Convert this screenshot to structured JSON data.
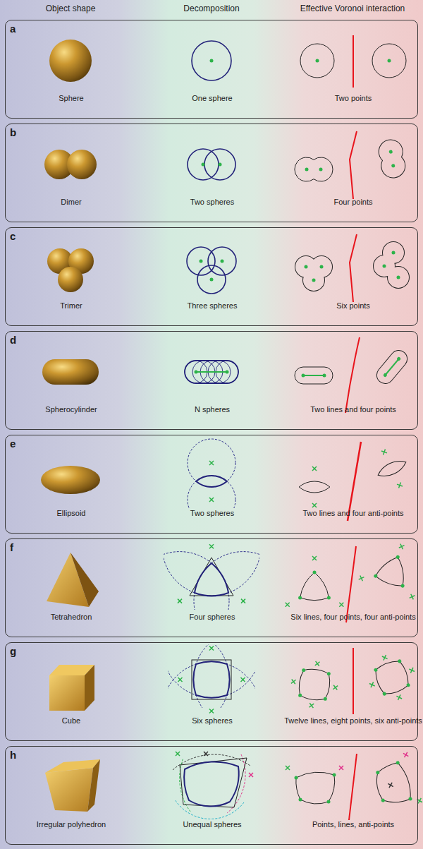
{
  "diagram": {
    "nodes": [
      {
        "text": [
          "a",
          "Sphere",
          "One sphere",
          "Two points"
        ]
      },
      {
        "text": [
          "b",
          "Dimer",
          "Two spheres",
          "Four points"
        ]
      },
      {
        "text": [
          "c",
          "Trimer",
          "Three spheres",
          "Six points"
        ]
      },
      {
        "text": [
          "d",
          "Spherocylinder",
          "N spheres",
          "Two lines and four points"
        ]
      },
      {
        "text": [
          "e",
          "Ellipsoid",
          "Two spheres",
          "Two lines and four anti-points"
        ]
      },
      {
        "text": [
          "f",
          "Tetrahedron",
          "Four spheres",
          "Six lines, four points, four anti-points"
        ]
      },
      {
        "text": [
          "g",
          "Cube",
          "Six spheres",
          "Twelve lines, eight points, six anti-points"
        ]
      },
      {
        "text": [
          "h",
          "Irregular polyhedron",
          "Unequal spheres",
          "Points, lines, anti-points"
        ]
      }
    ],
    "labels": [
      "Object shape",
      "Decomposition",
      "Effective Voronoi interaction"
    ]
  }
}
